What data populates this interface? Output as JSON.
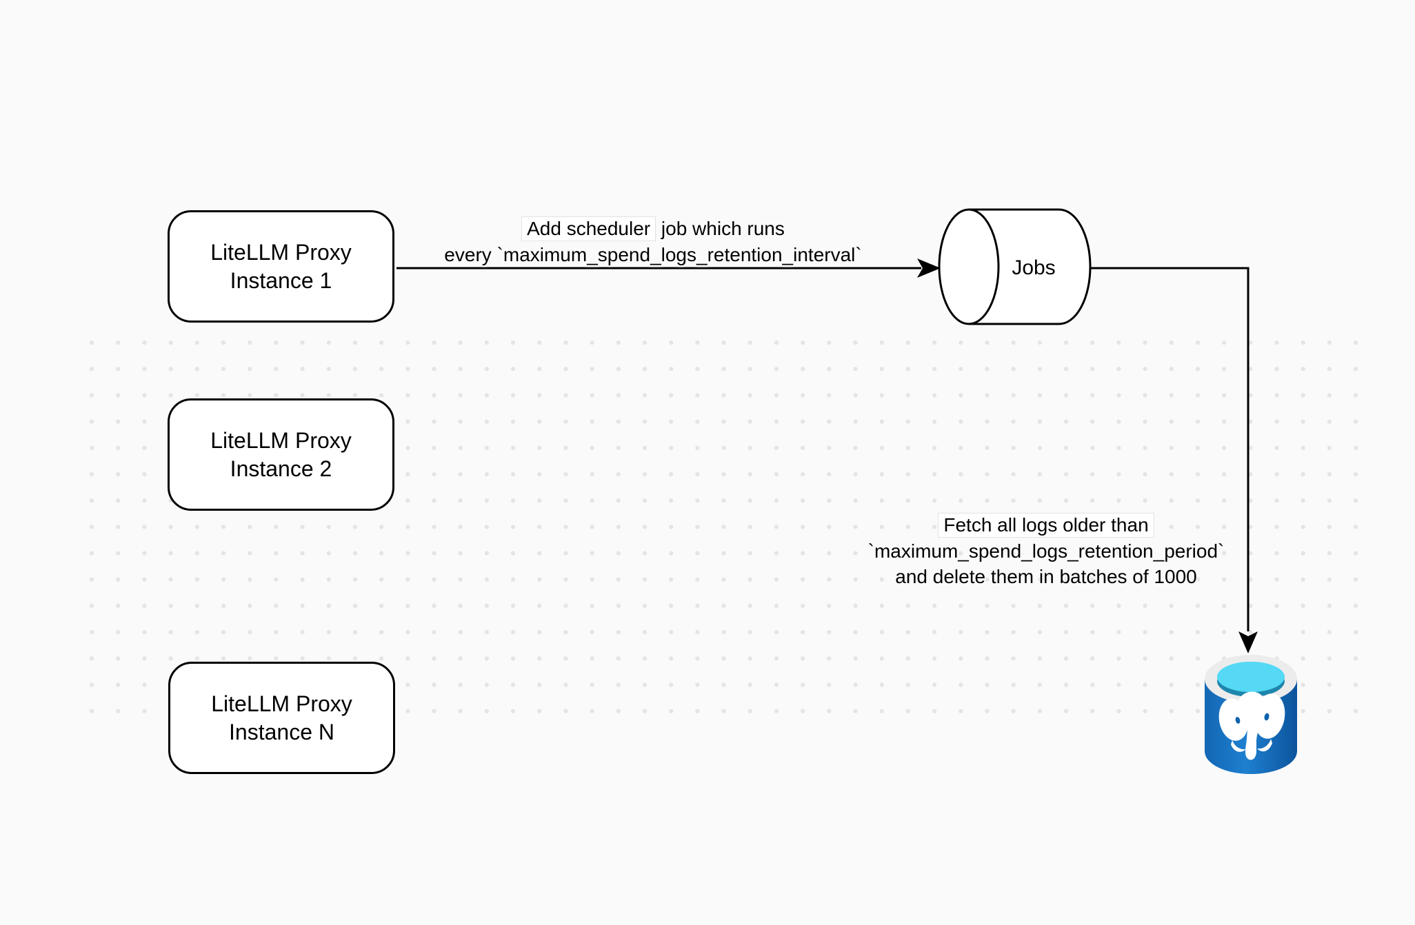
{
  "canvas": {
    "background": "#fafafa",
    "dot_color": "#e4e4e4"
  },
  "nodes": {
    "instance1": {
      "line1": "LiteLLM Proxy",
      "line2": "Instance 1"
    },
    "instance2": {
      "line1": "LiteLLM Proxy",
      "line2": "Instance 2"
    },
    "instanceN": {
      "line1": "LiteLLM Proxy",
      "line2": "Instance N"
    },
    "jobs": {
      "label": "Jobs"
    },
    "postgres": {
      "icon": "postgresql-database-icon"
    }
  },
  "annotations": {
    "scheduler": {
      "line1_highlight": "Add scheduler",
      "line1_rest": " job which runs",
      "line2": "every `maximum_spend_logs_retention_interval`"
    },
    "fetch": {
      "line1": "Fetch all logs older than",
      "line2": "`maximum_spend_logs_retention_period`",
      "line3": "and delete them in batches of 1000"
    }
  },
  "colors": {
    "node_border": "#000000",
    "node_fill": "#ffffff",
    "arrow": "#000000",
    "postgres_body": "#1e7fd0",
    "postgres_body_dark": "#0c549c",
    "postgres_rim": "#ececec",
    "postgres_opening": "#55d9f5",
    "postgres_opening_shadow": "#1d86ad"
  }
}
